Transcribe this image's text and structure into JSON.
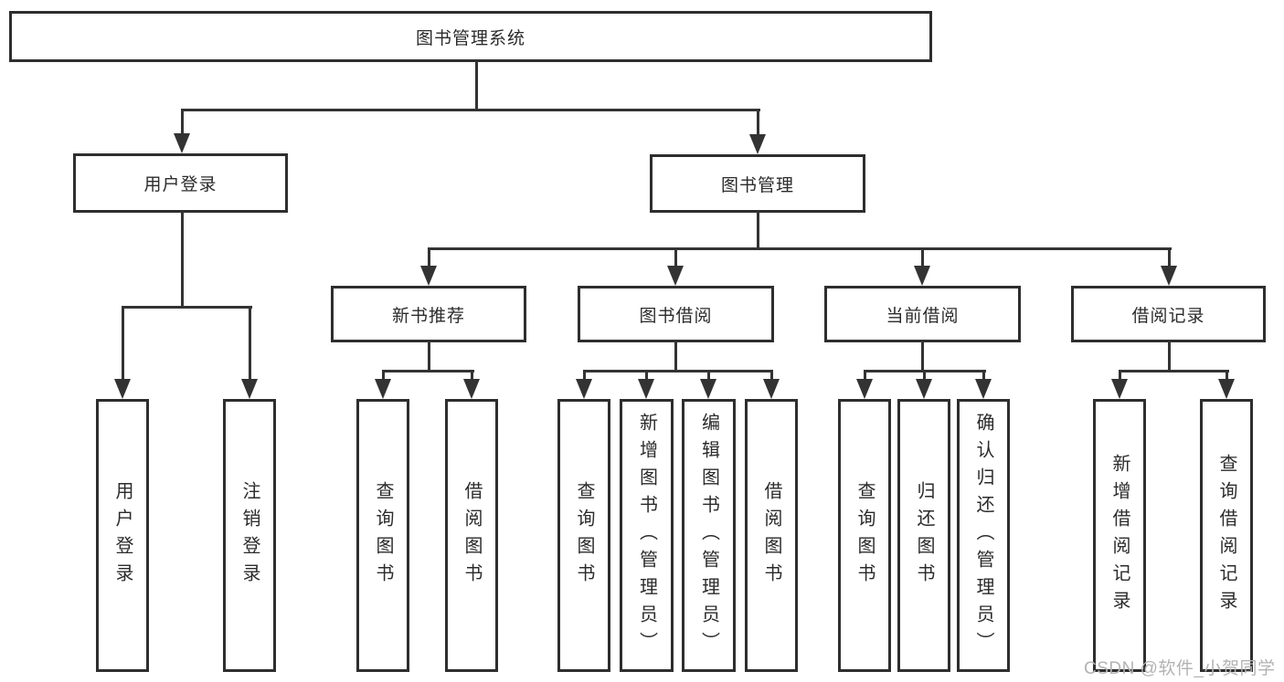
{
  "diagram": {
    "root": {
      "label": "图书管理系统"
    },
    "branches": [
      {
        "label": "用户登录",
        "leaves": [
          {
            "label": "用户登录"
          },
          {
            "label": "注销登录"
          }
        ]
      },
      {
        "label": "图书管理",
        "groups": [
          {
            "label": "新书推荐",
            "leaves": [
              {
                "label": "查询图书"
              },
              {
                "label": "借阅图书"
              }
            ]
          },
          {
            "label": "图书借阅",
            "leaves": [
              {
                "label": "查询图书"
              },
              {
                "label": "新增图书（管理员）"
              },
              {
                "label": "编辑图书（管理员）"
              },
              {
                "label": "借阅图书"
              }
            ]
          },
          {
            "label": "当前借阅",
            "leaves": [
              {
                "label": "查询图书"
              },
              {
                "label": "归还图书"
              },
              {
                "label": "确认归还（管理员）"
              }
            ]
          },
          {
            "label": "借阅记录",
            "leaves": [
              {
                "label": "新增借阅记录"
              },
              {
                "label": "查询借阅记录"
              }
            ]
          }
        ]
      }
    ]
  },
  "watermark": {
    "text": "CSDN @软件_小贺同学"
  },
  "colors": {
    "line": "#333333",
    "box_border": "#2e2e2e",
    "text": "#2b2b2b",
    "watermark": "#b3b3b3",
    "background": "#ffffff"
  }
}
